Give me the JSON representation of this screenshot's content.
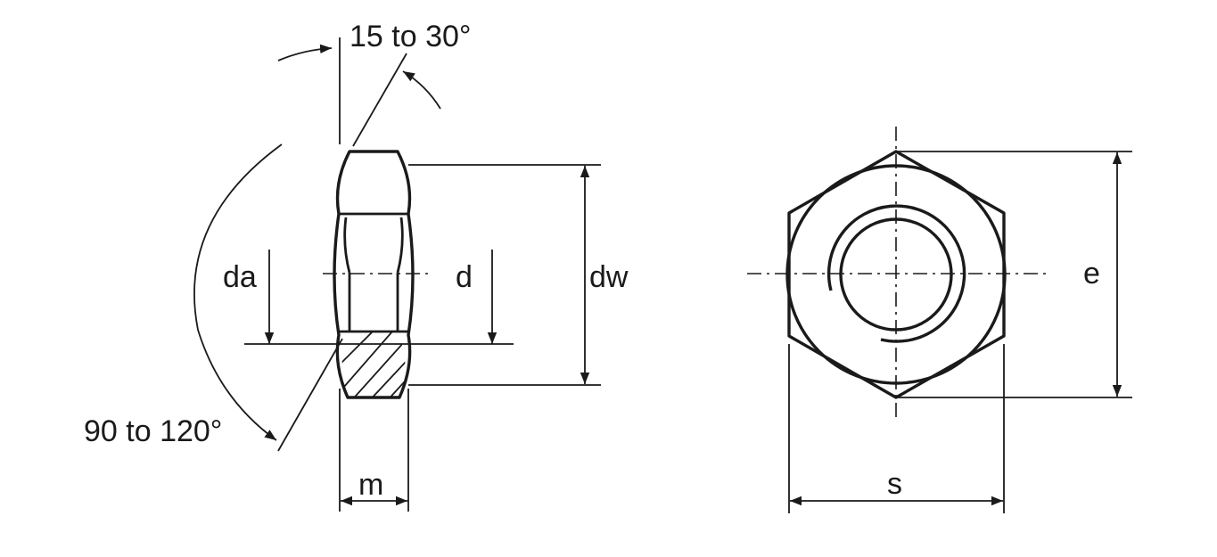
{
  "labels": {
    "chamfer_angle": "15 to 30°",
    "countersink_angle": "90 to 120°",
    "da": "da",
    "d": "d",
    "dw": "dw",
    "m": "m",
    "e": "e",
    "s": "s"
  }
}
